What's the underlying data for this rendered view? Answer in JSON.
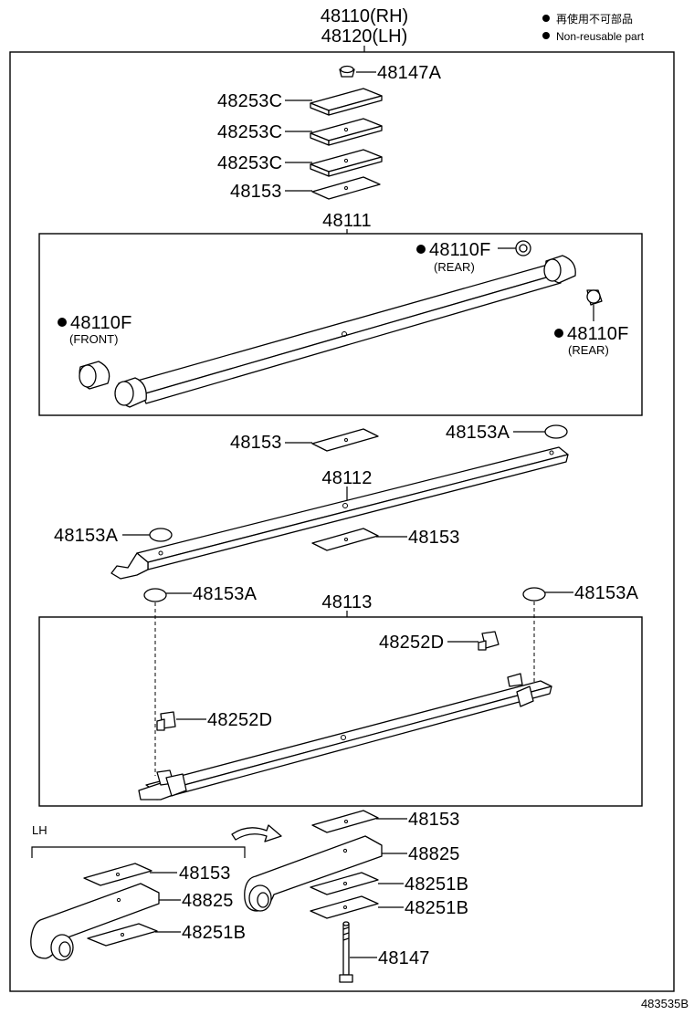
{
  "header": {
    "assembly_rh": "48110(RH)",
    "assembly_lh": "48120(LH)"
  },
  "legend": {
    "line1": "再使用不可部品",
    "line2": "Non-reusable part"
  },
  "labels": {
    "p48147A": "48147A",
    "p48253C_1": "48253C",
    "p48253C_2": "48253C",
    "p48253C_3": "48253C",
    "p48153_top": "48153",
    "p48111": "48111",
    "p48110F_rear_top": "48110F",
    "rear_top": "(REAR)",
    "p48110F_front": "48110F",
    "front": "(FRONT)",
    "p48110F_rear_right": "48110F",
    "rear_right": "(REAR)",
    "p48153_mid_left": "48153",
    "p48153A_top_right": "48153A",
    "p48112": "48112",
    "p48153A_left": "48153A",
    "p48153_mid_right": "48153",
    "p48153A_lower_left": "48153A",
    "p48113": "48113",
    "p48153A_lower_right": "48153A",
    "p48252D_right": "48252D",
    "p48252D_left": "48252D",
    "lh": "LH",
    "p48153_bottom_right": "48153",
    "p48825_right": "48825",
    "p48251B_1": "48251B",
    "p48251B_2": "48251B",
    "p48147": "48147",
    "p48153_bottom_left": "48153",
    "p48825_left": "48825",
    "p48251B_left": "48251B",
    "figure_code": "483535B"
  },
  "icons": {
    "non_reusable_marker": "filled-black-circle"
  }
}
